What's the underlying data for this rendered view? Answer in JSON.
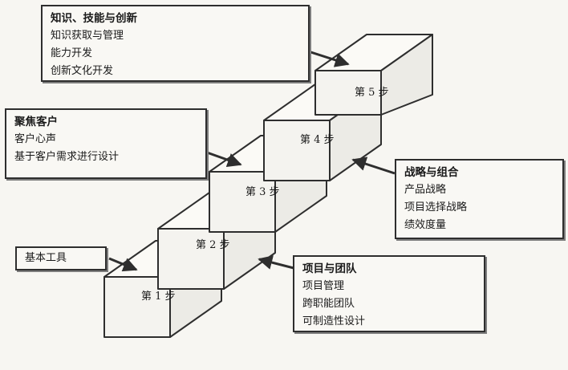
{
  "boxes": {
    "knowledge": {
      "title": "知识、技能与创新",
      "items": [
        "知识获取与管理",
        "能力开发",
        "创新文化开发"
      ]
    },
    "customer": {
      "title": "聚焦客户",
      "items": [
        "客户心声",
        "基于客户需求进行设计"
      ]
    },
    "strategy": {
      "title": "战略与组合",
      "items": [
        "产品战略",
        "项目选择战略",
        "绩效度量"
      ]
    },
    "project": {
      "title": "项目与团队",
      "items": [
        "项目管理",
        "跨职能团队",
        "可制造性设计"
      ]
    },
    "basic": {
      "label": "基本工具"
    }
  },
  "steps": [
    "第 1 步",
    "第 2 步",
    "第 3 步",
    "第 4 步",
    "第 5 步"
  ],
  "colors": {
    "line": "#2e2e2e",
    "paper": "#f7f6f2"
  }
}
